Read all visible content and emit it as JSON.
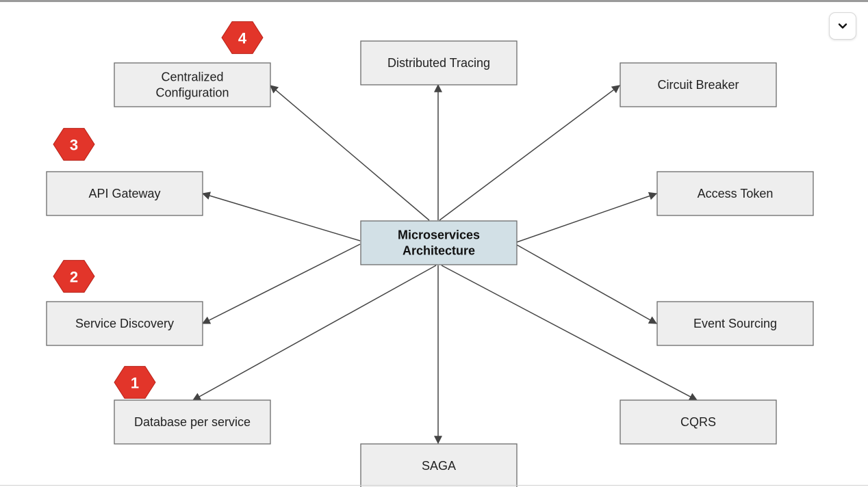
{
  "diagram": {
    "center": {
      "id": "microservices-architecture",
      "lines": [
        "Microservices",
        "Architecture"
      ]
    },
    "nodes": [
      {
        "id": "distributed-tracing",
        "lines": [
          "Distributed Tracing"
        ],
        "badge": null
      },
      {
        "id": "centralized-configuration",
        "lines": [
          "Centralized",
          "Configuration"
        ],
        "badge": "4"
      },
      {
        "id": "circuit-breaker",
        "lines": [
          "Circuit Breaker"
        ],
        "badge": null
      },
      {
        "id": "api-gateway",
        "lines": [
          "API Gateway"
        ],
        "badge": "3"
      },
      {
        "id": "access-token",
        "lines": [
          "Access Token"
        ],
        "badge": null
      },
      {
        "id": "service-discovery",
        "lines": [
          "Service Discovery"
        ],
        "badge": "2"
      },
      {
        "id": "event-sourcing",
        "lines": [
          "Event Sourcing"
        ],
        "badge": null
      },
      {
        "id": "database-per-service",
        "lines": [
          "Database per service"
        ],
        "badge": "1"
      },
      {
        "id": "cqrs",
        "lines": [
          "CQRS"
        ],
        "badge": null
      },
      {
        "id": "saga",
        "lines": [
          "SAGA"
        ],
        "badge": null
      }
    ]
  },
  "colors": {
    "badge": "#e2352a",
    "center_fill": "#d2e0e6",
    "node_fill": "#eeeeee"
  },
  "icons": {
    "collapse": "chevron-down-icon"
  }
}
